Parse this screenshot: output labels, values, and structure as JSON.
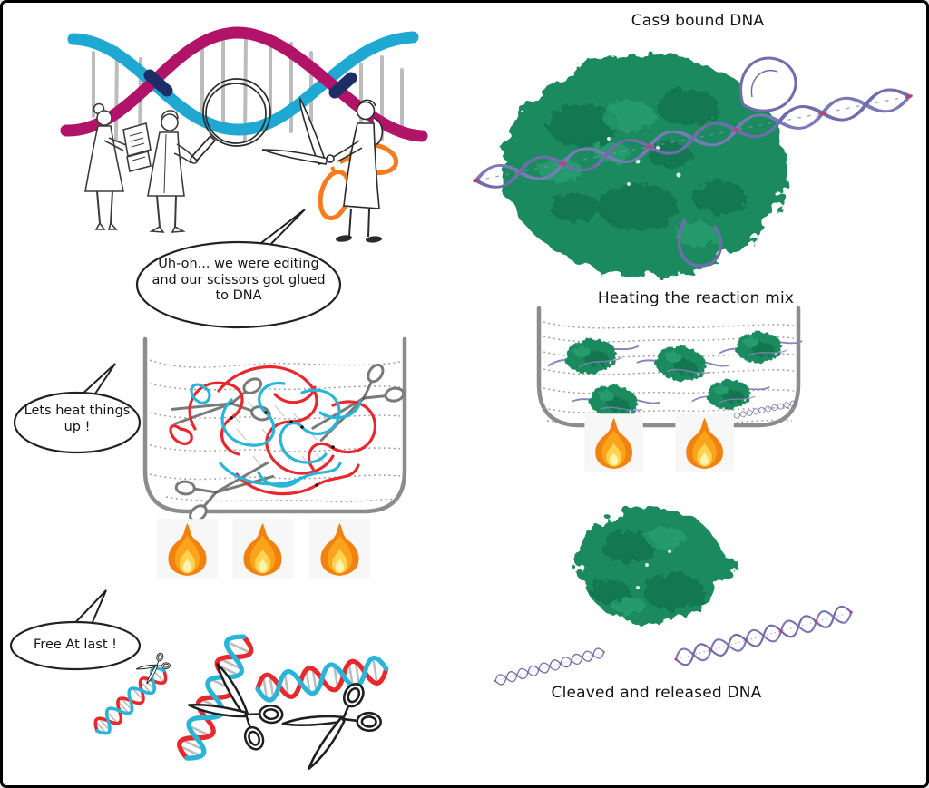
{
  "scenes": {
    "editing": {
      "speech_bubble": "Uh-oh... we were editing and our scissors got glued to DNA"
    },
    "cas9_bound": {
      "title": "Cas9 bound DNA"
    },
    "heat_suggestion": {
      "speech_bubble": "Lets heat things up !"
    },
    "heating": {
      "title": "Heating the reaction mix"
    },
    "freed": {
      "speech_bubble": "Free At last !"
    },
    "cleaved": {
      "caption": "Cleaved and released DNA"
    }
  },
  "colors": {
    "dna_strand_cyan": "#1fa9d2",
    "dna_strand_magenta": "#b01368",
    "dna_crossover_navy": "#1d2d66",
    "tangle_red": "#e8282d",
    "tangle_cyan": "#29b5d8",
    "cas9_green": "#1c8a5e",
    "dna_purple": "#7b7ab8",
    "scissors_handle_orange": "#f47b20",
    "flame_orange": "#f2820f",
    "flame_yellow": "#ffd34e",
    "beaker_gray": "#8c8c8c"
  },
  "icons": {
    "magnifier-icon": "🔍",
    "scissors-icon": "✂",
    "flame-icon": "🔥",
    "beaker-icon": "🧪",
    "dna-icon": "🧬",
    "protein-icon": "●",
    "speech-bubble-icon": "💬"
  }
}
